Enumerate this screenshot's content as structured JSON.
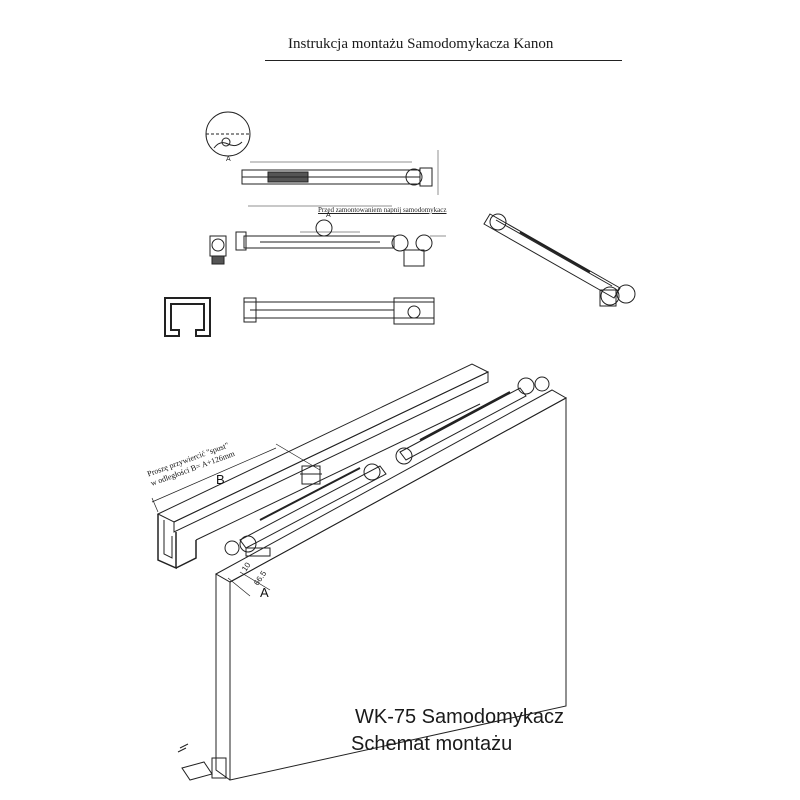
{
  "title": "Instrukcja montażu Samodomykacza Kanon",
  "note_top": "Przed zamontowaniem napnij samodomykacz",
  "label_a": "A",
  "label_b": "B",
  "note_rotated_line1": "Proszę przywiercić \"spust\"",
  "note_rotated_line2": "w odległości B= A+126mm",
  "dim_10": "10",
  "dim_66_5": "66.5",
  "caption_line1": "WK-75 Samodomykacz",
  "caption_line2": "Schemat montażu"
}
